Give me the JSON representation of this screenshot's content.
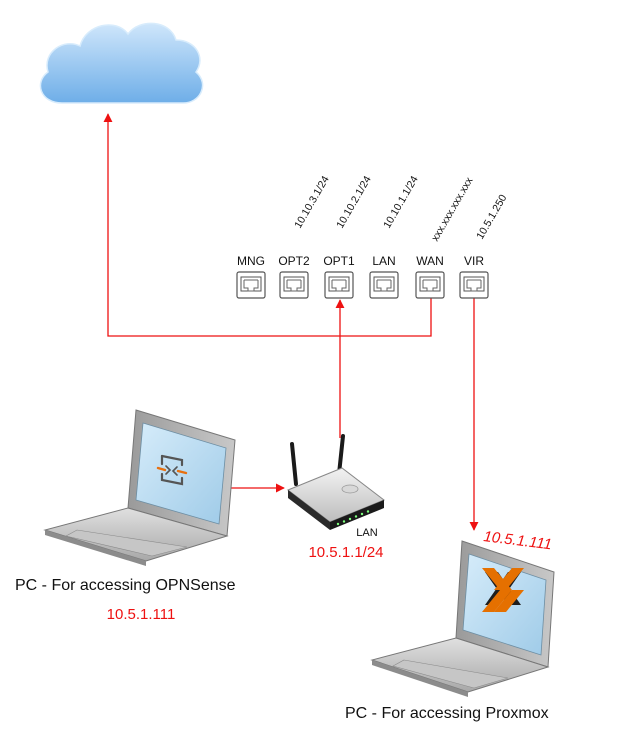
{
  "ports": [
    {
      "name": "MNG",
      "ip": ""
    },
    {
      "name": "OPT2",
      "ip": "10.10.3.1/24"
    },
    {
      "name": "OPT1",
      "ip": "10.10.2.1/24"
    },
    {
      "name": "LAN",
      "ip": "10.10.1.1/24"
    },
    {
      "name": "WAN",
      "ip": "xxx.xxx.xxx.xxx"
    },
    {
      "name": "VIR",
      "ip": "10.5.1.250"
    }
  ],
  "router": {
    "port_label": "LAN",
    "ip": "10.5.1.1/24"
  },
  "pc_opnsense": {
    "label": "PC - For accessing OPNSense",
    "ip": "10.5.1.111"
  },
  "pc_proxmox": {
    "label": "PC - For accessing Proxmox",
    "ip": "10.5.1.111"
  },
  "colors": {
    "link": "#ee1111",
    "cloud": "#7fb8f0",
    "laptop_body": "#b0b0b0",
    "screen": "#b9dcf2",
    "ip_text": "#ee1111",
    "proxmox_orange": "#e57000"
  },
  "icons": [
    "cloud-icon",
    "ethernet-port-icon",
    "wifi-router-icon",
    "laptop-icon",
    "opnsense-logo-icon",
    "proxmox-logo-icon"
  ]
}
